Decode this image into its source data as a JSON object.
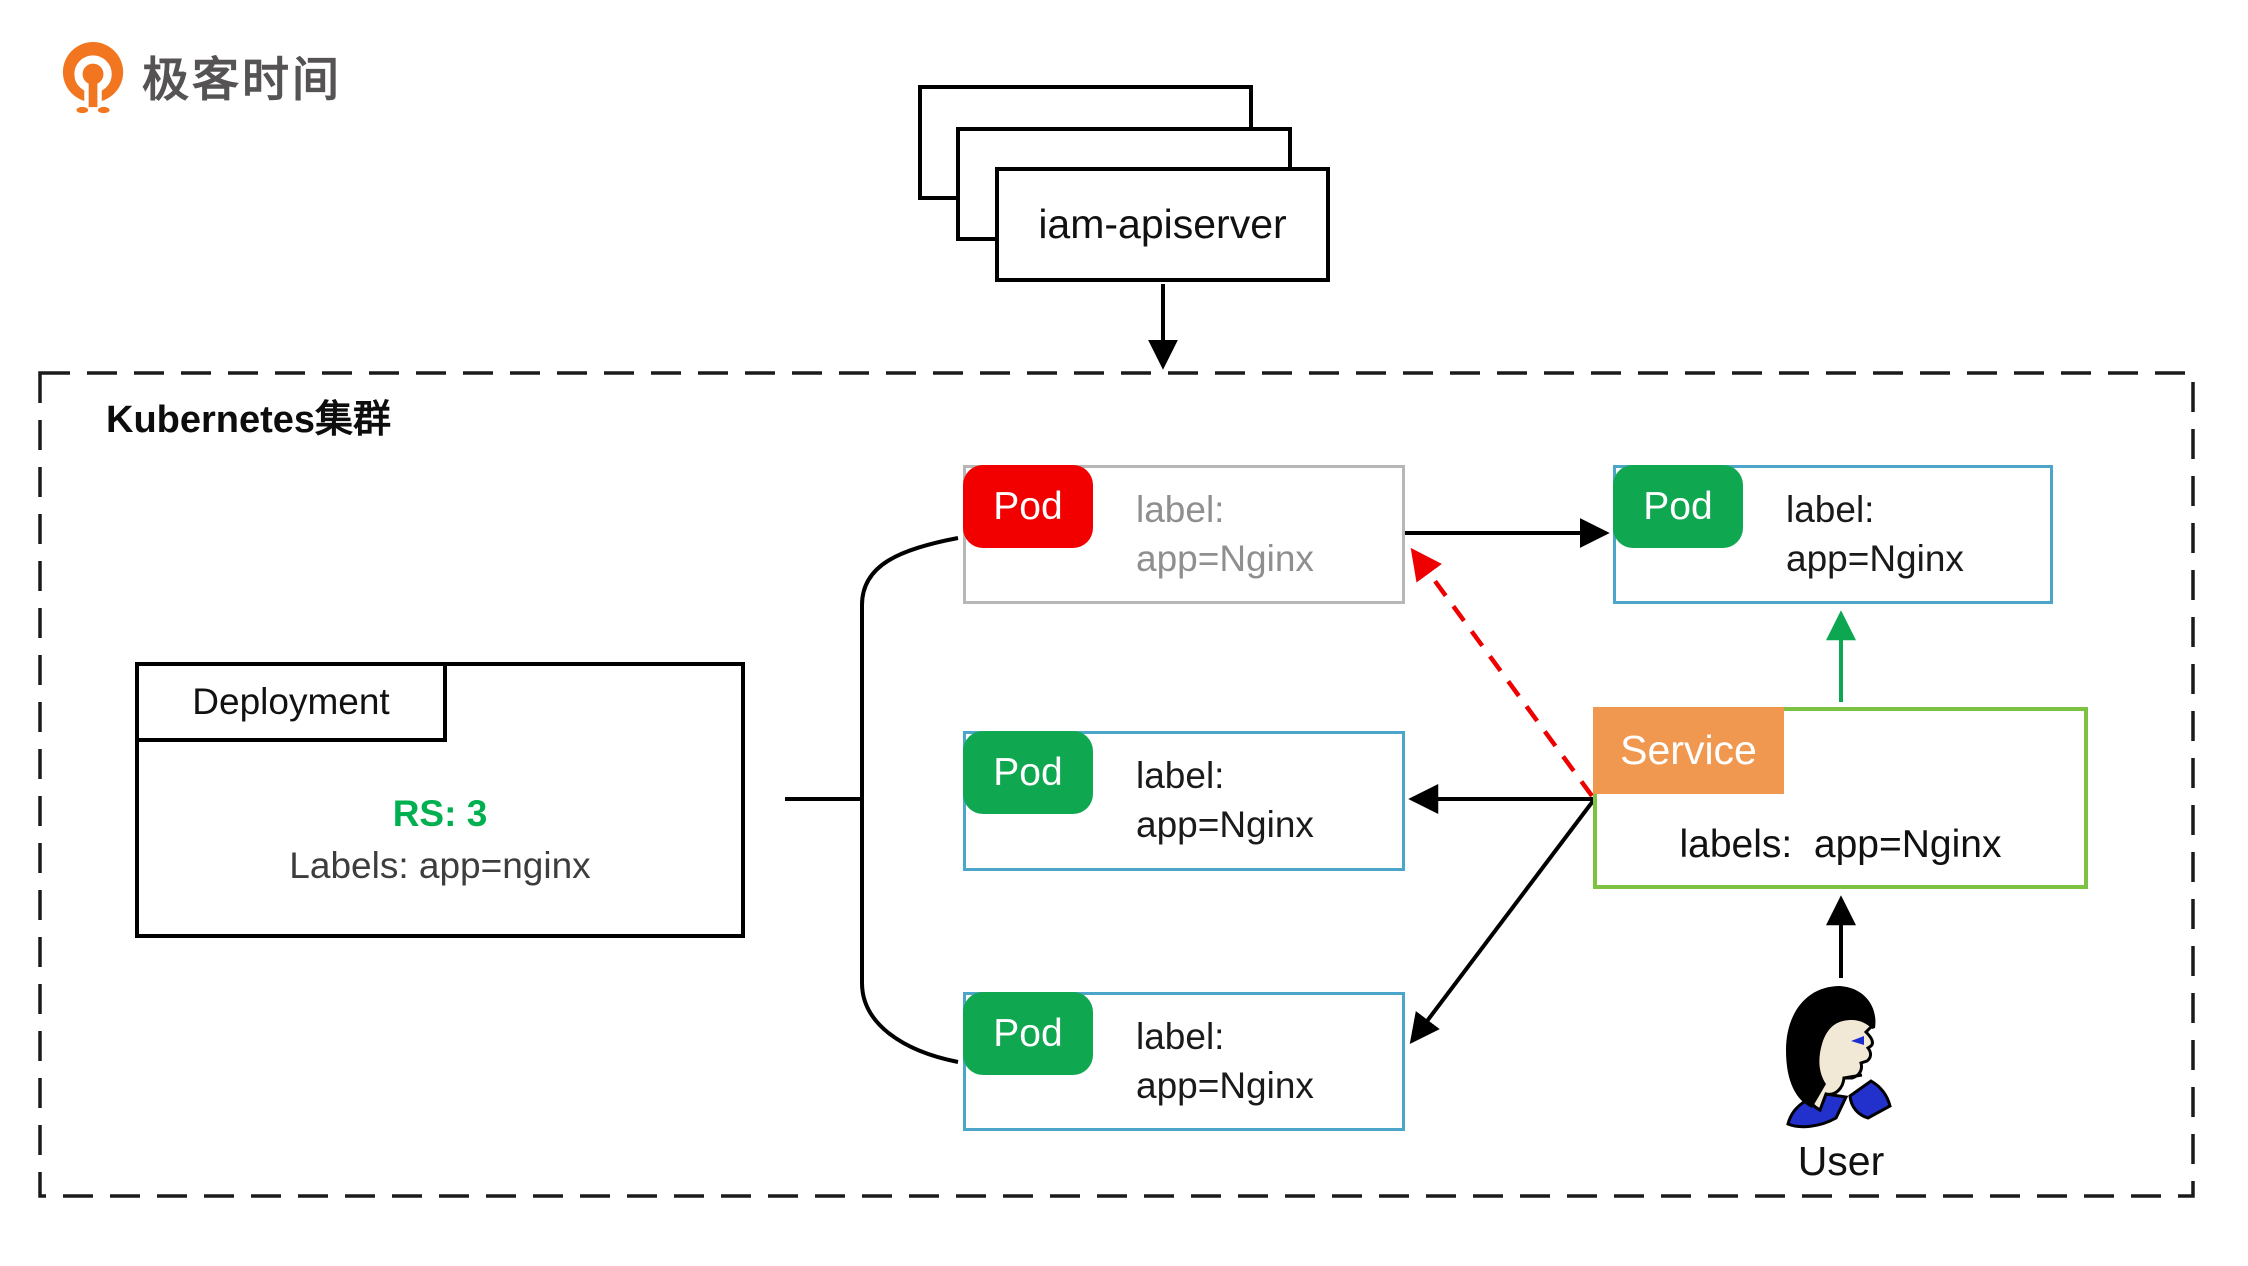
{
  "logo": {
    "text": "极客时间",
    "icon": "geektime-logo-icon",
    "brand_orange": "#F2751F",
    "text_color": "#565355"
  },
  "apiserver_stack": {
    "label": "iam-apiserver",
    "stacked_count": 3
  },
  "cluster": {
    "label": "Kubernetes集群",
    "border_style": "black dashed rectangle"
  },
  "deployment": {
    "title": "Deployment",
    "rs_line": "RS: 3",
    "labels_line": "Labels: app=nginx",
    "rs_color": "#00B050"
  },
  "pods": [
    {
      "badge": "Pod",
      "badge_color": "#F20000",
      "border_color": "#B7B7B7",
      "line1": "label:",
      "line2": "app=Nginx",
      "text_color": "#8F8F8F",
      "role": "terminating-replica"
    },
    {
      "badge": "Pod",
      "badge_color": "#0FA750",
      "border_color": "#4BA6C9",
      "line1": "label:",
      "line2": "app=Nginx",
      "text_color": "#1A1A1A",
      "role": "replica"
    },
    {
      "badge": "Pod",
      "badge_color": "#0FA750",
      "border_color": "#4BA6C9",
      "line1": "label:",
      "line2": "app=Nginx",
      "text_color": "#1A1A1A",
      "role": "replica"
    },
    {
      "badge": "Pod",
      "badge_color": "#0FA750",
      "border_color": "#4BA6C9",
      "line1": "label:",
      "line2": "app=Nginx",
      "text_color": "#1A1A1A",
      "role": "new-replica"
    }
  ],
  "service": {
    "badge": "Service",
    "badge_color": "#F09850",
    "border_color": "#7DC242",
    "labels_line": "labels:  app=Nginx"
  },
  "user": {
    "label": "User"
  },
  "connections": [
    {
      "from": "iam-apiserver",
      "to": "kubernetes-cluster",
      "style": "black-solid-arrow"
    },
    {
      "from": "deployment",
      "to": "pods",
      "style": "black-brace"
    },
    {
      "from": "pod-1",
      "to": "pod-4",
      "style": "black-solid-arrow"
    },
    {
      "from": "service",
      "to": "pod-2",
      "style": "black-solid-arrow"
    },
    {
      "from": "service",
      "to": "pod-3",
      "style": "black-solid-arrow"
    },
    {
      "from": "service",
      "to": "pod-1",
      "style": "red-dashed-arrow"
    },
    {
      "from": "service",
      "to": "pod-4",
      "style": "green-solid-arrow"
    },
    {
      "from": "user",
      "to": "service",
      "style": "black-solid-arrow"
    }
  ]
}
